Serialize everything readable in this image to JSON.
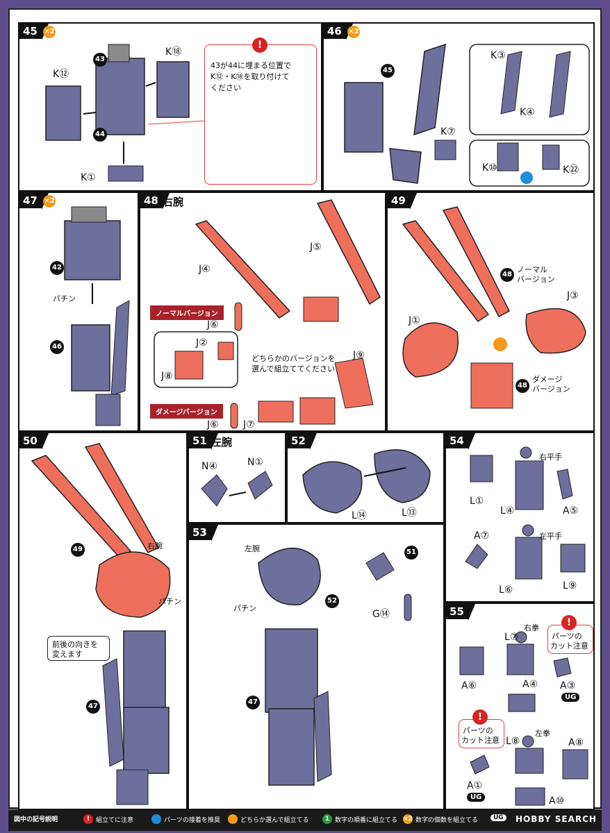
{
  "steps": {
    "s45": {
      "no": "45",
      "mult": "×2",
      "bullets": [
        "43",
        "44"
      ],
      "parts": [
        "K⑫",
        "K⑱",
        "K①"
      ],
      "note": {
        "line1a": "43",
        "line1b": "が",
        "line1c": "44",
        "line1d": "に埋まる位置で",
        "line2": "K⑫・K⑱を取り付けて",
        "line3": "ください"
      }
    },
    "s46": {
      "no": "46",
      "mult": "×2",
      "bullets": [
        "45"
      ],
      "parts": [
        "K③",
        "K④",
        "K⑦",
        "K⑩",
        "K㉒"
      ]
    },
    "s47": {
      "no": "47",
      "mult": "×2",
      "bullets": [
        "42",
        "46"
      ],
      "sfx": "パチン"
    },
    "s48": {
      "no": "48",
      "title": "右腕",
      "parts": [
        "J④",
        "J⑤",
        "J⑥",
        "J②",
        "J⑧",
        "J⑨",
        "J⑥",
        "J⑦"
      ],
      "normal": "ノーマルバージョン",
      "damage": "ダメージバージョン",
      "note1": "どちらかのバージョンを",
      "note2": "選んで組立ててください"
    },
    "s49": {
      "no": "49",
      "parts": [
        "J①",
        "J③"
      ],
      "bullet": "48",
      "normal1": "ノーマル",
      "normal2": "バージョン",
      "damage1": "ダメージ",
      "damage2": "バージョン"
    },
    "s50": {
      "no": "50",
      "bullets": [
        "49",
        "47"
      ],
      "label": "右腕",
      "sfx": "パチン",
      "note1": "前後の向きを",
      "note2": "変えます"
    },
    "s51": {
      "no": "51",
      "title": "左腕",
      "parts": [
        "N④",
        "N①"
      ]
    },
    "s52": {
      "no": "52",
      "parts": [
        "L⑭",
        "L⑬"
      ]
    },
    "s53": {
      "no": "53",
      "label": "左腕",
      "bullets": [
        "51",
        "52",
        "47"
      ],
      "parts": [
        "G⑭"
      ],
      "sfx": "パチン"
    },
    "s54": {
      "no": "54",
      "hand_r": "右平手",
      "hand_l": "左平手",
      "parts": [
        "L①",
        "L④",
        "A⑤",
        "A⑦",
        "L⑥",
        "L⑨"
      ]
    },
    "s55": {
      "no": "55",
      "fist_r": "右拳",
      "fist_l": "左拳",
      "parts": [
        "L⑦",
        "A⑥",
        "A④",
        "A③",
        "L⑧",
        "A⑧",
        "A①",
        "A⑩"
      ],
      "caution1": "パーツの",
      "caution2": "カット注意",
      "ug": "UG"
    }
  },
  "footer": {
    "title": "図中の記号説明",
    "items": [
      "組立てに注意",
      "パーツの接着を推奨",
      "どちらか選んで組立てる",
      "数字の順番に組立てる",
      "数字の個数を組立てる"
    ],
    "num1": "1",
    "x2": "×2",
    "ug": "UG",
    "watermark": "HOBBY SEARCH"
  },
  "colors": {
    "border": "#5e4f8c",
    "part_blue": "#6f6f9e",
    "part_red": "#ef6f5d",
    "warn": "#d82323",
    "badge": "#f39a18"
  }
}
